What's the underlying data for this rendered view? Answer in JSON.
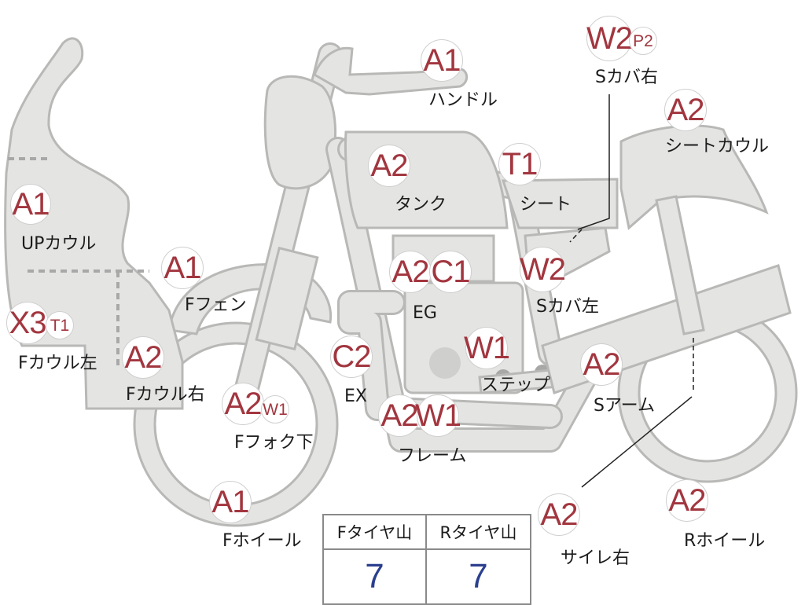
{
  "parts": [
    {
      "id": "up-cowl",
      "codes": [
        "A1"
      ],
      "label": "UPカウル"
    },
    {
      "id": "f-cowl-left",
      "codes": [
        "X3",
        "T1"
      ],
      "label": "Fカウル左"
    },
    {
      "id": "f-cowl-right",
      "codes": [
        "A2"
      ],
      "label": "Fカウル右"
    },
    {
      "id": "f-fender",
      "codes": [
        "A1"
      ],
      "label": "Fフェン"
    },
    {
      "id": "f-fork-lower",
      "codes": [
        "A2",
        "W1"
      ],
      "label": "Fフォク下"
    },
    {
      "id": "f-wheel",
      "codes": [
        "A1"
      ],
      "label": "Fホイール"
    },
    {
      "id": "handle",
      "codes": [
        "A1"
      ],
      "label": "ハンドル"
    },
    {
      "id": "tank",
      "codes": [
        "A2"
      ],
      "label": "タンク"
    },
    {
      "id": "seat",
      "codes": [
        "T1"
      ],
      "label": "シート"
    },
    {
      "id": "s-cover-right",
      "codes": [
        "W2",
        "P2"
      ],
      "label": "Sカバ右"
    },
    {
      "id": "seat-cowl",
      "codes": [
        "A2"
      ],
      "label": "シートカウル"
    },
    {
      "id": "s-cover-left",
      "codes": [
        "W2"
      ],
      "label": "Sカバ左"
    },
    {
      "id": "engine",
      "codes": [
        "A2",
        "C1"
      ],
      "label": "EG"
    },
    {
      "id": "exhaust",
      "codes": [
        "C2"
      ],
      "label": "EX"
    },
    {
      "id": "step",
      "codes": [
        "W1"
      ],
      "label": "ステップ"
    },
    {
      "id": "frame",
      "codes": [
        "A2",
        "W1"
      ],
      "label": "フレーム"
    },
    {
      "id": "swing-arm",
      "codes": [
        "A2"
      ],
      "label": "Sアーム"
    },
    {
      "id": "silencer-right",
      "codes": [
        "A2"
      ],
      "label": "サイレ右"
    },
    {
      "id": "r-wheel",
      "codes": [
        "A2"
      ],
      "label": "Rホイール"
    }
  ],
  "tire_table": {
    "headers": [
      "Fタイヤ山",
      "Rタイヤ山"
    ],
    "values": [
      "7",
      "7"
    ]
  },
  "colors": {
    "code_text": "#a2363f",
    "tire_value": "#2b3f8f",
    "part_fill": "#e4e4e2",
    "part_outline": "#b8b8b6"
  }
}
